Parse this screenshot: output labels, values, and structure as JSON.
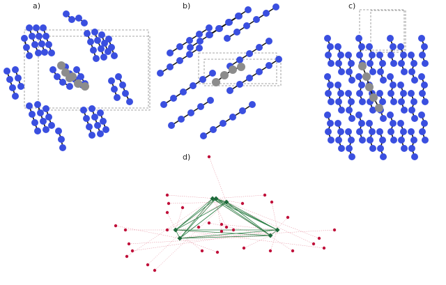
{
  "panels": {
    "a": {
      "label": "a)"
    },
    "b": {
      "label": "b)"
    },
    "c": {
      "label": "c)"
    },
    "d": {
      "label": "d)"
    }
  },
  "colors": {
    "atom": "#3a4fe0",
    "atom_highlight": "#8c8c8c",
    "bond": "#111111",
    "cell_box": "#888888",
    "network_node_red": "#c0103a",
    "network_node_green": "#1f6b3c",
    "network_edge_red": "#e48a9a",
    "network_edge_green": "#2e7d45"
  }
}
